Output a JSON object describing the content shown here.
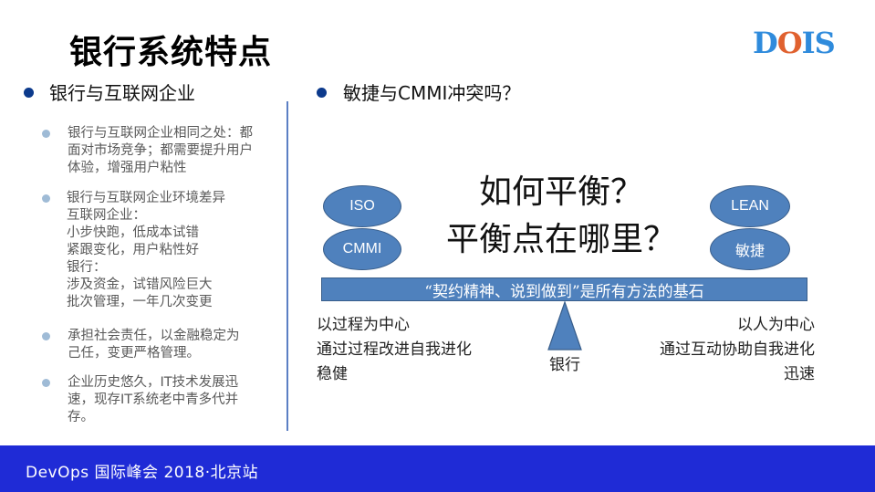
{
  "header": {
    "title": "银行系统特点",
    "logo": {
      "part1": "D",
      "part2": "O",
      "part3": "IS",
      "colors": {
        "blue": "#2f8bdc",
        "orange": "#e0612f"
      }
    }
  },
  "left": {
    "heading": "银行与互联网企业",
    "items": [
      {
        "text": "银行与互联网企业相同之处：都\n面对市场竞争；都需要提升用户\n体验，增强用户粘性"
      },
      {
        "text": "银行与互联网企业环境差异\n互联网企业：\n小步快跑，低成本试错\n紧跟变化，用户粘性好\n银行：\n涉及资金，试错风险巨大\n批次管理，一年几次变更"
      },
      {
        "text": "承担社会责任，以金融稳定为\n己任，变更严格管理。"
      },
      {
        "text": "企业历史悠久，IT技术发展迅\n速，现存IT系统老中青多代并\n存。"
      }
    ]
  },
  "right": {
    "heading": "敏捷与CMMI冲突吗？",
    "question_line1": "如何平衡？",
    "question_line2": "平衡点在哪里？",
    "left_ellipses": [
      "ISO",
      "CMMI"
    ],
    "right_ellipses": [
      "LEAN",
      "敏捷"
    ],
    "beam_text": "“契约精神、说到做到”是所有方法的基石",
    "fulcrum_label": "银行",
    "left_desc": [
      "以过程为中心",
      "通过过程改进自我进化",
      "稳健"
    ],
    "right_desc": [
      "以人为中心",
      "通过互动协助自我进化",
      "迅速"
    ]
  },
  "footer": {
    "text": "DevOps 国际峰会 2018·北京站"
  },
  "colors": {
    "accent_blue": "#4f81bd",
    "footer_blue": "#1f2bd6",
    "bullet_dark": "#0c3a8c",
    "bullet_light": "#9fbbd6"
  }
}
